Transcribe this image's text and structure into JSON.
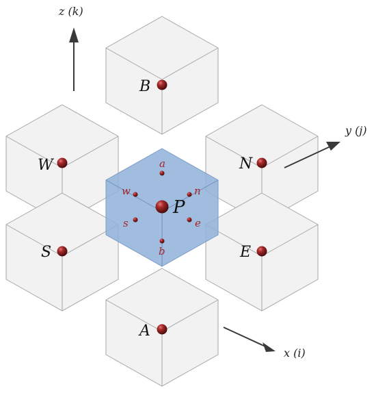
{
  "axes": {
    "z": "z (k)",
    "y": "y (j)",
    "x": "x (i)"
  },
  "neighbors": {
    "B": "B",
    "W": "W",
    "N": "N",
    "S": "S",
    "E": "E",
    "A": "A"
  },
  "center": "P",
  "faces": {
    "a": "a",
    "w": "w",
    "n": "n",
    "s": "s",
    "e": "e",
    "b": "b"
  },
  "colors": {
    "sphere": "#8b1a1a",
    "center_cube": "#8fb2d9",
    "face_label": "#a5252b"
  }
}
